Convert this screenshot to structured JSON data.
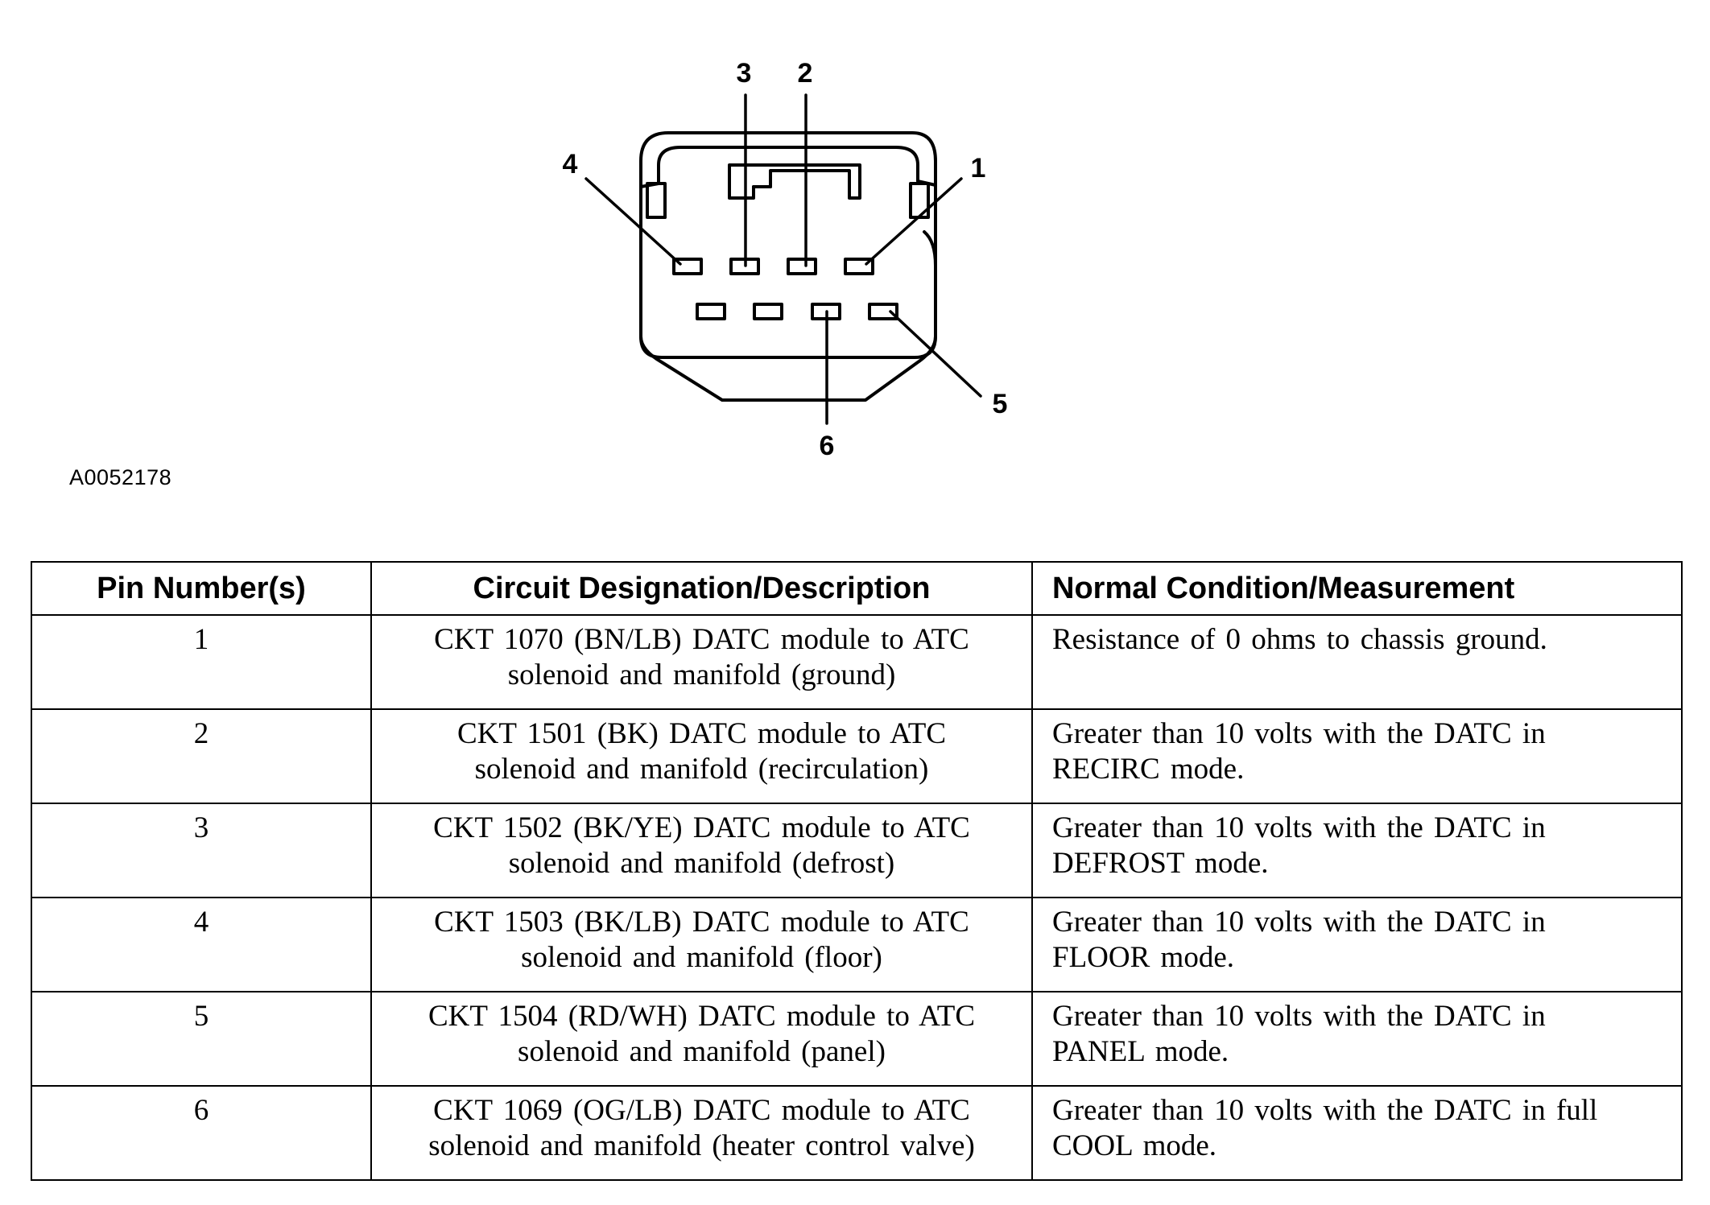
{
  "figure_id": "A0052178",
  "pin_callouts": [
    "3",
    "2",
    "4",
    "1",
    "5",
    "6"
  ],
  "table": {
    "headers": [
      "Pin Number(s)",
      "Circuit Designation/Description",
      "Normal Condition/Measurement"
    ],
    "rows": [
      {
        "pin": "1",
        "circuit": [
          "CKT 1070 (BN/LB) DATC module to ATC",
          "solenoid and manifold (ground)"
        ],
        "condition": [
          "Resistance of 0 ohms to chassis ground.",
          ""
        ]
      },
      {
        "pin": "2",
        "circuit": [
          "CKT 1501 (BK) DATC module to ATC",
          "solenoid and manifold (recirculation)"
        ],
        "condition": [
          "Greater than 10 volts with the DATC in",
          "RECIRC mode."
        ]
      },
      {
        "pin": "3",
        "circuit": [
          "CKT 1502 (BK/YE) DATC module to ATC",
          "solenoid and manifold (defrost)"
        ],
        "condition": [
          "Greater than 10 volts with the DATC in",
          "DEFROST mode."
        ]
      },
      {
        "pin": "4",
        "circuit": [
          "CKT 1503 (BK/LB) DATC module to ATC",
          "solenoid and manifold (floor)"
        ],
        "condition": [
          "Greater than 10 volts with the DATC in",
          "FLOOR mode."
        ]
      },
      {
        "pin": "5",
        "circuit": [
          "CKT 1504 (RD/WH) DATC module to ATC",
          "solenoid and manifold (panel)"
        ],
        "condition": [
          "Greater than 10 volts with the DATC in",
          "PANEL mode."
        ]
      },
      {
        "pin": "6",
        "circuit": [
          "CKT 1069 (OG/LB) DATC module to ATC",
          "solenoid and manifold (heater control valve)"
        ],
        "condition": [
          "Greater than 10 volts with the DATC in full",
          "COOL mode."
        ]
      }
    ]
  }
}
